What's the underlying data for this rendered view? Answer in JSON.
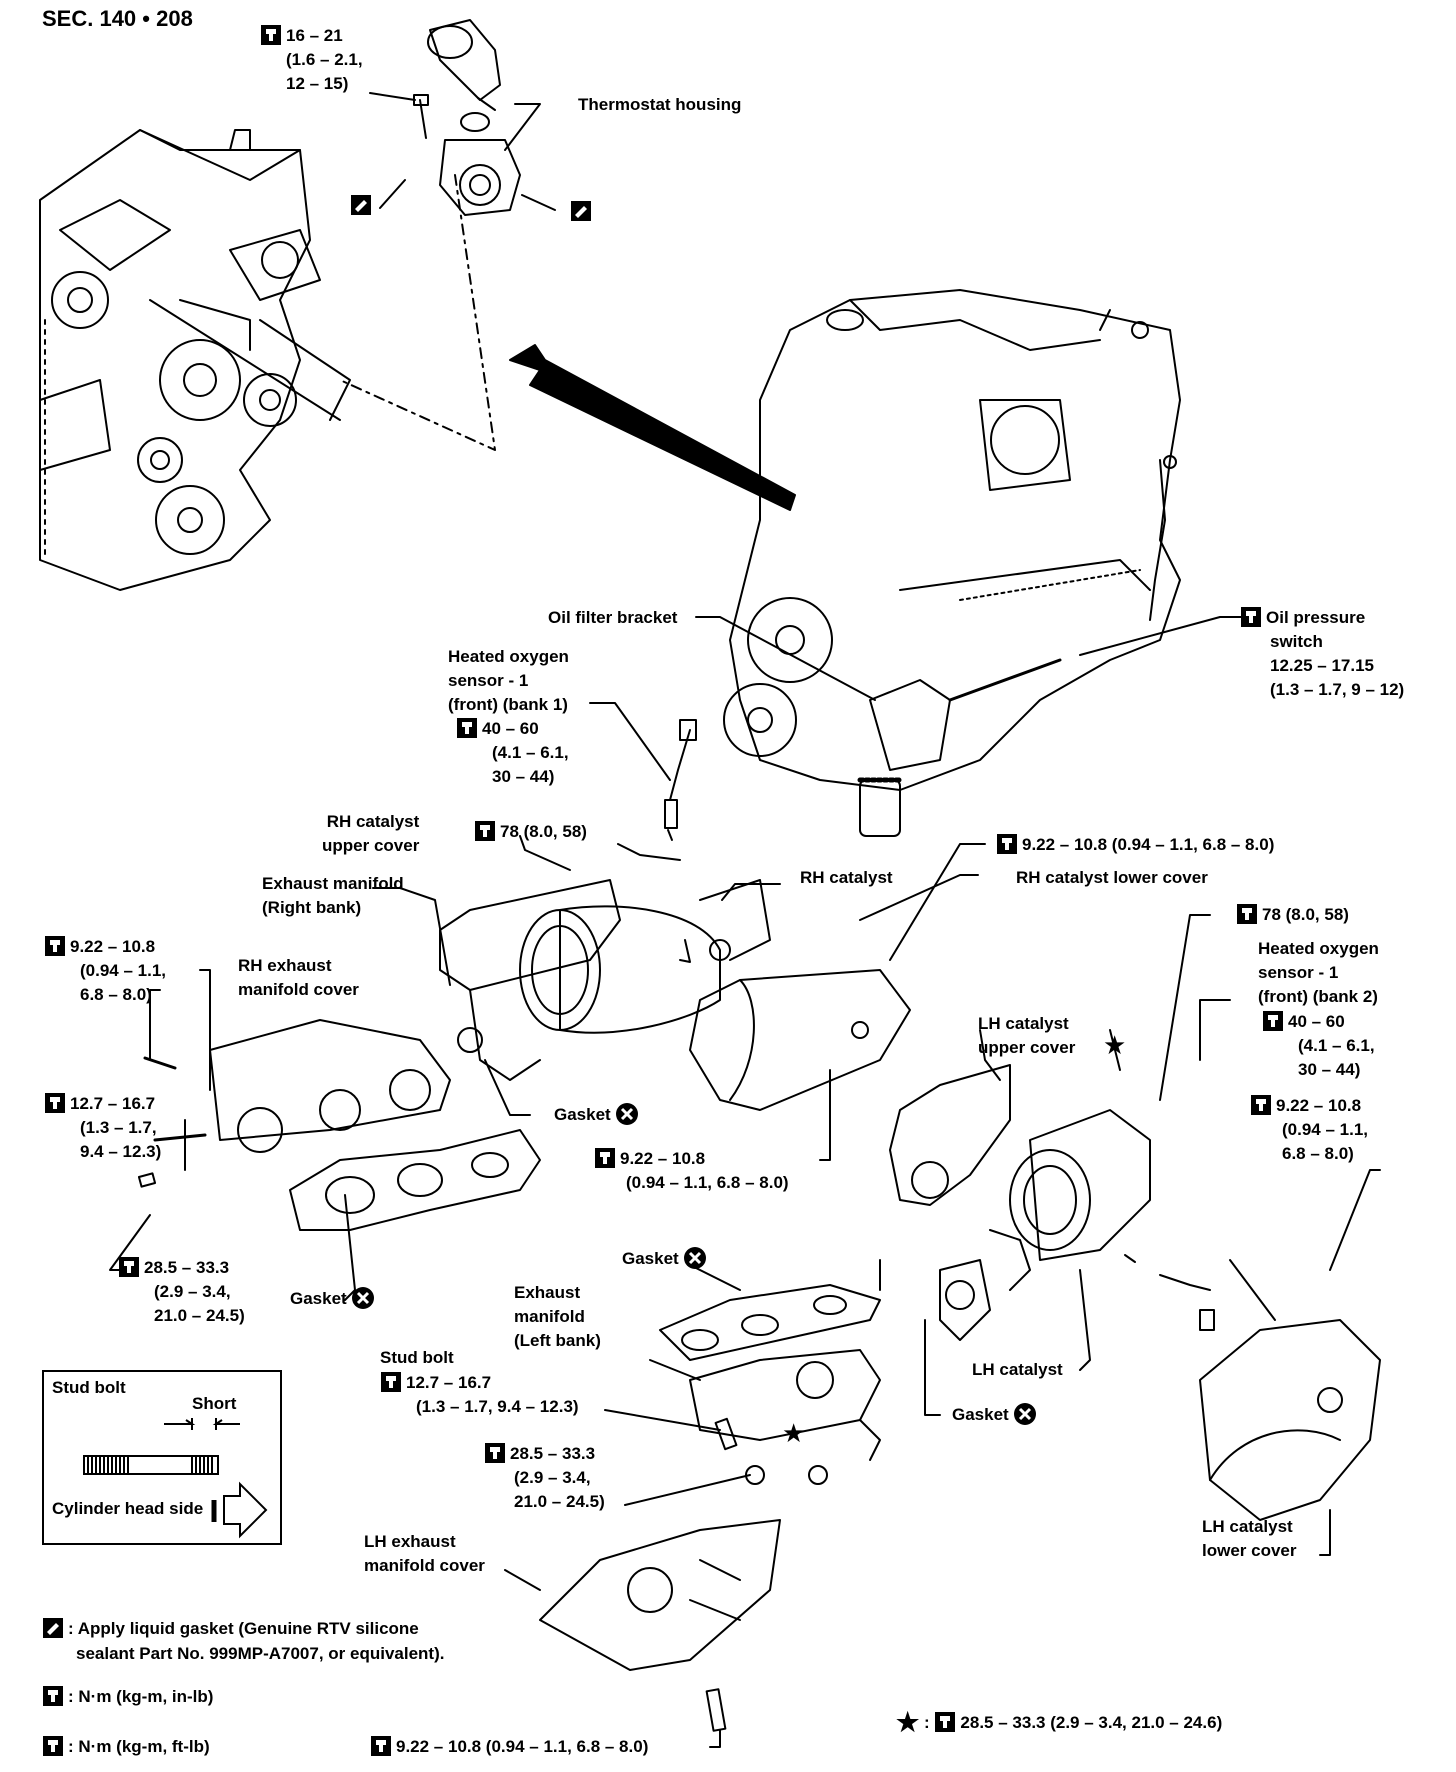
{
  "section": "SEC. 140 • 208",
  "labels": {
    "torque_thermostat": [
      "16 – 21",
      "(1.6 – 2.1,",
      "12 – 15)"
    ],
    "thermostat_housing": "Thermostat housing",
    "oil_filter_bracket": "Oil filter bracket",
    "oil_pressure_switch": [
      "Oil pressure",
      "switch",
      "12.25 – 17.15",
      "(1.3 – 1.7, 9 – 12)"
    ],
    "ho2_bank1": [
      "Heated oxygen",
      "sensor - 1",
      "(front) (bank 1)"
    ],
    "ho2_bank1_torque": [
      "40 – 60",
      "(4.1 – 6.1,",
      "30 – 44)"
    ],
    "rh_catalyst_upper_cover": [
      "RH catalyst",
      "upper cover"
    ],
    "torque_78_upper": "78 (8.0, 58)",
    "exhaust_manifold_right": [
      "Exhaust manifold",
      "(Right bank)"
    ],
    "rh_catalyst": "RH catalyst",
    "torque_rh_lower": "9.22 – 10.8 (0.94 – 1.1, 6.8 – 8.0)",
    "rh_catalyst_lower_cover": "RH catalyst lower cover",
    "torque_78_right": "78 (8.0, 58)",
    "torque_left_1": [
      "9.22 – 10.8",
      "(0.94 – 1.1,",
      "6.8 – 8.0)"
    ],
    "rh_exhaust_manifold_cover": [
      "RH exhaust",
      "manifold cover"
    ],
    "ho2_bank2": [
      "Heated oxygen",
      "sensor - 1",
      "(front) (bank 2)"
    ],
    "ho2_bank2_torque": [
      "40 – 60",
      "(4.1 – 6.1,",
      "30 – 44)"
    ],
    "lh_catalyst_upper_cover": [
      "LH catalyst",
      "upper cover"
    ],
    "torque_left_2": [
      "12.7 – 16.7",
      "(1.3 – 1.7,",
      "9.4 – 12.3)"
    ],
    "gasket_1": "Gasket",
    "torque_center": [
      "9.22 – 10.8",
      "(0.94 – 1.1, 6.8 – 8.0)"
    ],
    "torque_right_3": [
      "9.22 – 10.8",
      "(0.94 – 1.1,",
      "6.8 – 8.0)"
    ],
    "torque_left_3": [
      "28.5 – 33.3",
      "(2.9 – 3.4,",
      "21.0 – 24.5)"
    ],
    "gasket_2": "Gasket",
    "gasket_3": "Gasket",
    "exhaust_manifold_left": [
      "Exhaust",
      "manifold",
      "(Left bank)"
    ],
    "lh_catalyst": "LH catalyst",
    "gasket_4": "Gasket",
    "stud_bolt": "Stud bolt",
    "stud_bolt_torque": [
      "12.7 – 16.7",
      "(1.3 – 1.7, 9.4 – 12.3)"
    ],
    "torque_lower_mid": [
      "28.5 – 33.3",
      "(2.9 – 3.4,",
      "21.0 – 24.5)"
    ],
    "lh_exhaust_manifold_cover": [
      "LH exhaust",
      "manifold cover"
    ],
    "lh_catalyst_lower_cover": [
      "LH catalyst",
      "lower cover"
    ],
    "torque_bottom": "9.22 – 10.8 (0.94 – 1.1, 6.8 – 8.0)"
  },
  "stud_box": {
    "title": "Stud bolt",
    "short": "Short",
    "cylinder_head_side": "Cylinder head side"
  },
  "legend": {
    "liquid_gasket": [
      "Apply liquid gasket (Genuine RTV silicone",
      "sealant Part No. 999MP-A7007, or equivalent)."
    ],
    "nm_in_lb": "N·m (kg-m, in-lb)",
    "nm_ft_lb": "N·m (kg-m, ft-lb)",
    "star_torque": "28.5 – 33.3 (2.9 – 3.4, 21.0 – 24.6)"
  },
  "icons": {
    "torque": "torque-wrench-icon",
    "gasket_apply": "liquid-gasket-icon",
    "replace": "do-not-reuse-icon",
    "star": "star-icon"
  }
}
